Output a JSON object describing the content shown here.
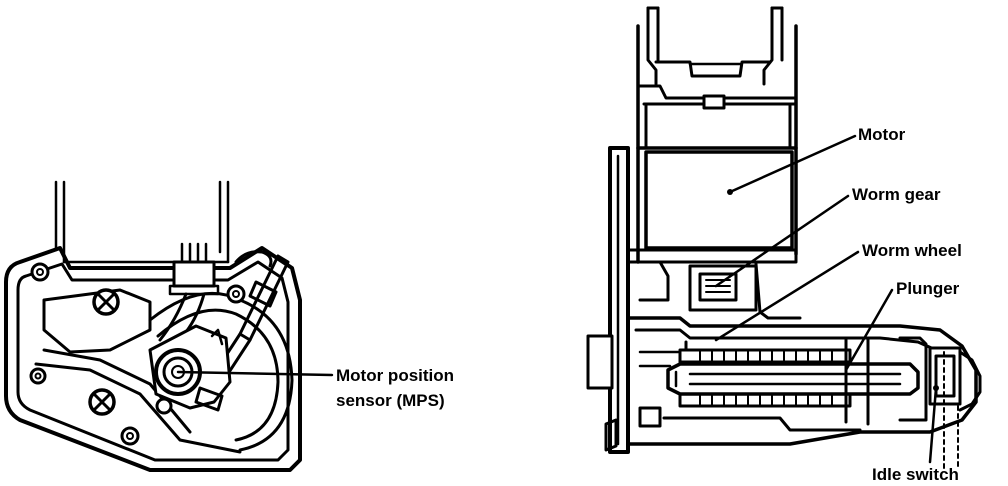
{
  "labels": {
    "mps_line1": "Motor position",
    "mps_line2": "sensor (MPS)",
    "motor": "Motor",
    "worm_gear": "Worm gear",
    "worm_wheel": "Worm wheel",
    "plunger": "Plunger",
    "idle_switch": "Idle switch"
  },
  "colors": {
    "ink": "#000000",
    "paper": "#ffffff"
  }
}
